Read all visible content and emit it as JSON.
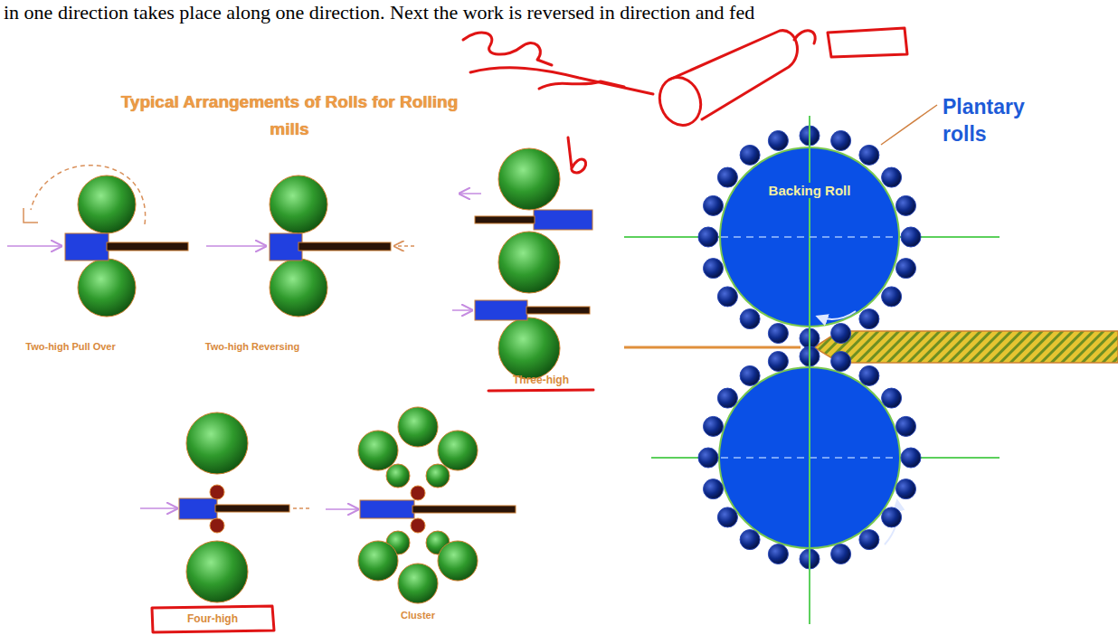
{
  "diagram": {
    "title": "Typical Arrangements of Rolls for Rolling mills",
    "nodes": [
      {
        "text": [
          "Backing Roll"
        ]
      },
      {
        "text": [
          "Four-high"
        ]
      }
    ],
    "labels": [
      "in one direction takes place along one direction. Next the work is reversed in direction and fed",
      "Two-high Pull Over",
      "Two-high Reversing",
      "Three-high",
      "Cluster",
      "Plantary rolls"
    ]
  }
}
